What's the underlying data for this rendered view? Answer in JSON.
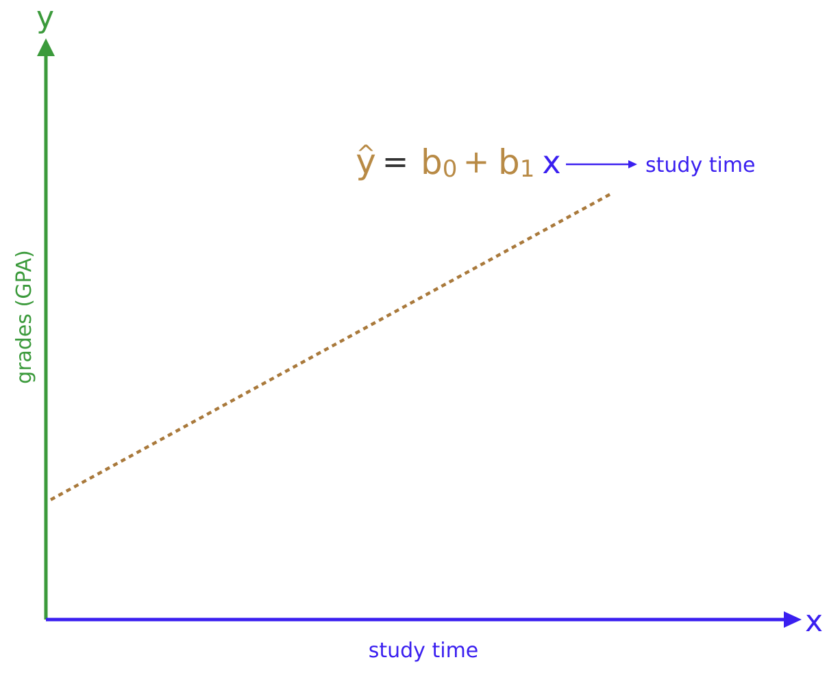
{
  "axes": {
    "y_symbol": "y",
    "y_label": "grades (GPA)",
    "x_symbol": "x",
    "x_label": "study time"
  },
  "equation": {
    "lhs": "y",
    "hat": "^",
    "equals": "=",
    "b0_base": "b",
    "b0_sub": "0",
    "plus": "+",
    "b1_base": "b",
    "b1_sub": "1",
    "x_var": "x",
    "x_meaning": "study time"
  },
  "colors": {
    "y_axis": "#3b9a3b",
    "x_axis": "#3a1ff0",
    "equation": "#b88a45",
    "regression_line": "#a9793b",
    "equals_sign": "#333333"
  },
  "line": {
    "style": "dotted",
    "slope": "positive"
  }
}
